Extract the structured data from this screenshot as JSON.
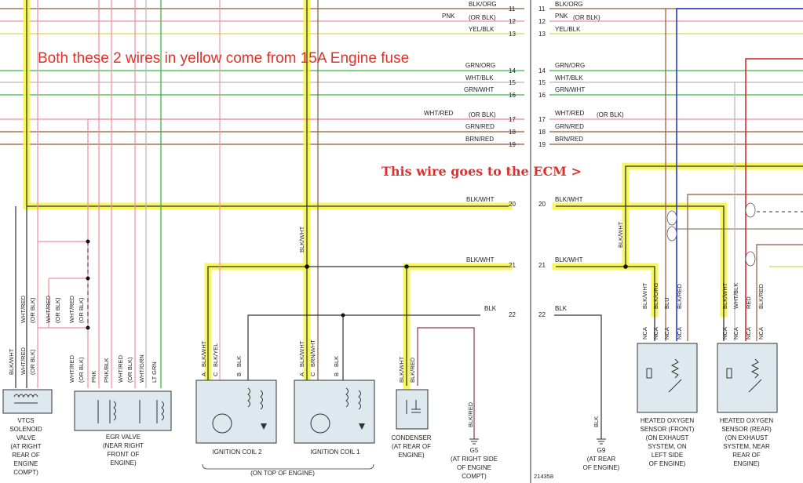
{
  "annotations": {
    "fuse_note": "Both these 2 wires in yellow come from 15A Engine fuse",
    "ecm_note": "This wire goes to the ECM   >"
  },
  "doc_id": "214358",
  "left_rows": [
    {
      "num": "11",
      "label": "BLK/ORG",
      "note": ""
    },
    {
      "num": "12",
      "label": "PNK",
      "note": "(OR BLK)"
    },
    {
      "num": "13",
      "label": "YEL/BLK",
      "note": ""
    },
    {
      "num": "14",
      "label": "GRN/ORG",
      "note": ""
    },
    {
      "num": "15",
      "label": "WHT/BLK",
      "note": ""
    },
    {
      "num": "16",
      "label": "GRN/WHT",
      "note": ""
    },
    {
      "num": "17",
      "label": "WHT/RED",
      "note": "(OR BLK)"
    },
    {
      "num": "18",
      "label": "GRN/RED",
      "note": ""
    },
    {
      "num": "19",
      "label": "BRN/RED",
      "note": ""
    },
    {
      "num": "20",
      "label": "BLK/WHT",
      "note": ""
    },
    {
      "num": "21",
      "label": "BLK/WHT",
      "note": ""
    },
    {
      "num": "22",
      "label": "BLK",
      "note": ""
    }
  ],
  "right_rows": [
    {
      "num": "11",
      "label": "BLK/ORG",
      "note": ""
    },
    {
      "num": "12",
      "label": "PNK",
      "note": "(OR BLK)"
    },
    {
      "num": "13",
      "label": "YEL/BLK",
      "note": ""
    },
    {
      "num": "14",
      "label": "GRN/ORG",
      "note": ""
    },
    {
      "num": "15",
      "label": "WHT/BLK",
      "note": ""
    },
    {
      "num": "16",
      "label": "GRN/WHT",
      "note": ""
    },
    {
      "num": "17",
      "label": "WHT/RED",
      "note": "(OR BLK)"
    },
    {
      "num": "18",
      "label": "GRN/RED",
      "note": ""
    },
    {
      "num": "19",
      "label": "BRN/RED",
      "note": ""
    },
    {
      "num": "20",
      "label": "BLK/WHT",
      "note": ""
    },
    {
      "num": "21",
      "label": "BLK/WHT",
      "note": ""
    },
    {
      "num": "22",
      "label": "BLK",
      "note": ""
    }
  ],
  "wire_labels": {
    "vtcs": [
      "BLK/WHT",
      "WHT/RED",
      "(OR BLK)"
    ],
    "vtcs_upper": [
      "WHT/RED",
      "(OR BLK)"
    ],
    "egr_upper1": [
      "WHT/RED",
      "(OR BLK)"
    ],
    "egr_upper2": [
      "WHT/RED",
      "(OR BLK)"
    ],
    "egr": [
      "WHT/RED",
      "(OR BLK)",
      "PNK",
      "PNK/BLK",
      "WHT/RED",
      "(OR BLK)",
      "WHT/GRN",
      "LT GRN"
    ],
    "vertical_main": "BLK/WHT",
    "coil2": [
      "A",
      "BLK/WHT",
      "C",
      "BLK/YEL",
      "B",
      "BLK"
    ],
    "coil1": [
      "A",
      "BLK/WHT",
      "C",
      "BRN/WHT",
      "B",
      "BLK"
    ],
    "condenser": [
      "BLK/WHT",
      "BLK/RED"
    ],
    "g5_wire": "BLK/RED",
    "right_vertical": "BLK/WHT",
    "g9_wire": "BLK",
    "ho2s_front": [
      "BLK/WHT",
      "BLK/ORG",
      "BLU",
      "BLK/RED"
    ],
    "ho2s_rear": [
      "BLK/WHT",
      "WHT/BLK",
      "RED",
      "BLK/RED"
    ],
    "nca": "NCA"
  },
  "components": {
    "vtcs": [
      "VTCS",
      "SOLENOID",
      "VALVE",
      "(AT RIGHT",
      "REAR OF",
      "ENGINE",
      "COMPT)"
    ],
    "egr": [
      "EGR VALVE",
      "(NEAR RIGHT",
      "FRONT OF",
      "ENGINE)"
    ],
    "coil2": "IGNITION COIL 2",
    "coil1": "IGNITION COIL 1",
    "on_top": "(ON TOP OF ENGINE)",
    "condenser": [
      "CONDENSER",
      "(AT REAR OF",
      "ENGINE)"
    ],
    "g5": [
      "G5",
      "(AT RIGHT SIDE",
      "OF ENGINE",
      "COMPT)"
    ],
    "g9": [
      "G9",
      "(AT REAR",
      "OF ENGINE)"
    ],
    "ho2s_front": [
      "HEATED OXYGEN",
      "SENSOR (FRONT)",
      "(ON EXHAUST",
      "SYSTEM, ON",
      "LEFT SIDE",
      "OF ENGINE)"
    ],
    "ho2s_rear": [
      "HEATED OXYGEN",
      "SENSOR (REAR)",
      "(ON EXHAUST",
      "SYSTEM, NEAR",
      "REAR OF",
      "ENGINE)"
    ]
  },
  "colors": {
    "highlight": "#f5f542",
    "annotation": "#e0302c",
    "wire_blk": "#333333",
    "wire_pnk": "#ee8fa0",
    "wire_yel": "#d8d84a",
    "wire_grn": "#3cb64a",
    "wire_brn": "#8a5a3c",
    "wire_blu": "#1a2fd0",
    "wire_red": "#d42020",
    "wire_wht": "#b8b8b8"
  }
}
